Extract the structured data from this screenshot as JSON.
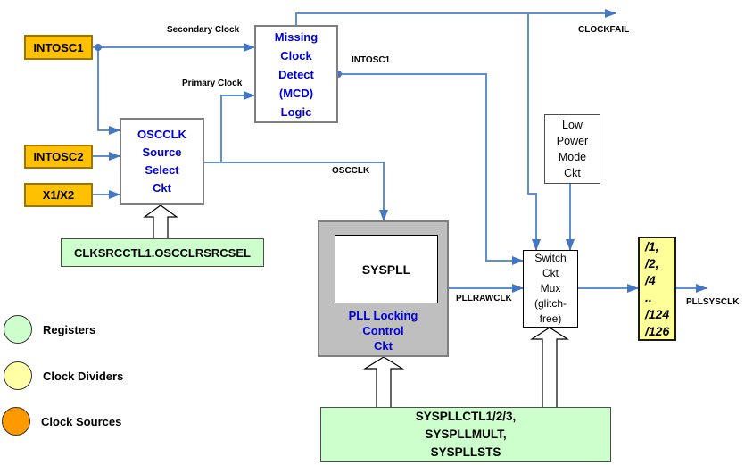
{
  "diagram": {
    "title_hint": "Clock tree block diagram",
    "sources": [
      {
        "label": "INTOSC1"
      },
      {
        "label": "INTOSC2"
      },
      {
        "label": "X1/X2"
      }
    ],
    "blocks": {
      "osc_select": {
        "label": "OSCCLK\nSource\nSelect\nCkt"
      },
      "mcd": {
        "label": "Missing\nClock\nDetect\n(MCD)\nLogic"
      },
      "low_power": {
        "label": "Low\nPower\nMode\nCkt"
      },
      "syspll": {
        "core_label": "SYSPLL",
        "wrapper_label": "PLL Locking\nControl\nCkt"
      },
      "switch_mux": {
        "label": "Switch\nCkt\nMux\n(glitch-\nfree)"
      },
      "divider": {
        "label": "/1,\n/2,\n/4\n..\n/124\n/126"
      }
    },
    "registers": {
      "clksrcctl": {
        "label": "CLKSRCCTL1.OSCCLRSRCSEL"
      },
      "syspllctl": {
        "label": "SYSPLLCTL1/2/3,\nSYSPLLMULT,\nSYSPLLSTS"
      }
    },
    "signals": {
      "secondary_clock": "Secondary Clock",
      "primary_clock": "Primary Clock",
      "clockfail": "CLOCKFAIL",
      "intosc1_out": "INTOSC1",
      "oscclk": "OSCCLK",
      "pllrawclk": "PLLRAWCLK",
      "pllsysclk": "PLLSYSCLK"
    },
    "legend": [
      {
        "label": "Registers",
        "color": "#CCFFCC"
      },
      {
        "label": "Clock Dividers",
        "color": "#FFFFA6"
      },
      {
        "label": "Clock Sources",
        "color": "#FF9900"
      }
    ],
    "colors": {
      "wire": "#6090CC",
      "arrowhead": "#4377C4",
      "clock_source_fill": "#FFC000",
      "register_fill": "#CCFFCC",
      "divider_fill": "#FFFF99",
      "pll_wrapper_fill": "#BFBFBF",
      "block_title_text": "#0000DD"
    }
  }
}
